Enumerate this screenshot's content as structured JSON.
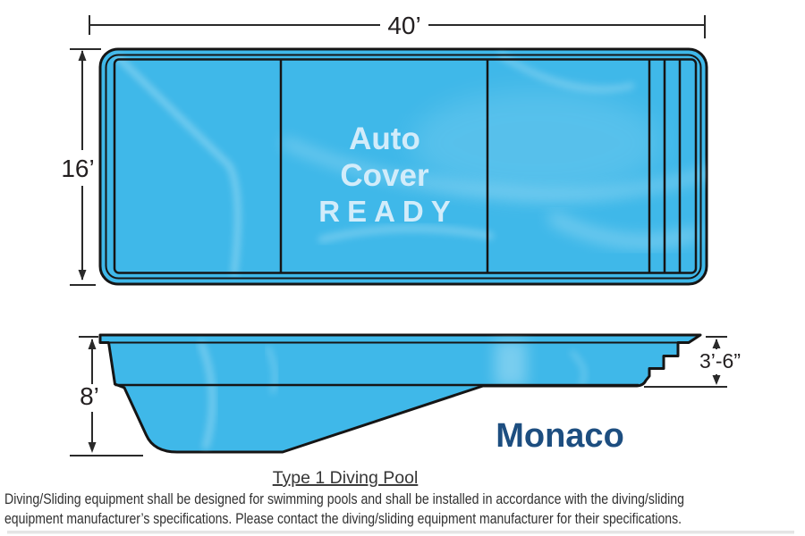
{
  "colors": {
    "pool_blue": "#3fb8e9",
    "outline_black": "#151515",
    "model_navy": "#1d4e80",
    "auto_cover_text": "#d2ecfa",
    "dimension_text": "#231f20",
    "caption_text": "#363636"
  },
  "top_view": {
    "length_label": "40’",
    "width_label": "16’",
    "auto_cover": {
      "line1": "Auto",
      "line2": "Cover",
      "line3": "READY"
    }
  },
  "side_view": {
    "depth_label": "8’",
    "shallow_depth_label": "3’-6”",
    "model_name": "Monaco"
  },
  "caption": {
    "title": "Type 1 Diving Pool",
    "disclaimer_lines": [
      "Diving/Sliding equipment shall be designed for swimming pools and shall be installed in accordance with the diving/sliding",
      "equipment manufacturer’s specifications. Please contact the diving/sliding equipment manufacturer for their specifications."
    ]
  }
}
